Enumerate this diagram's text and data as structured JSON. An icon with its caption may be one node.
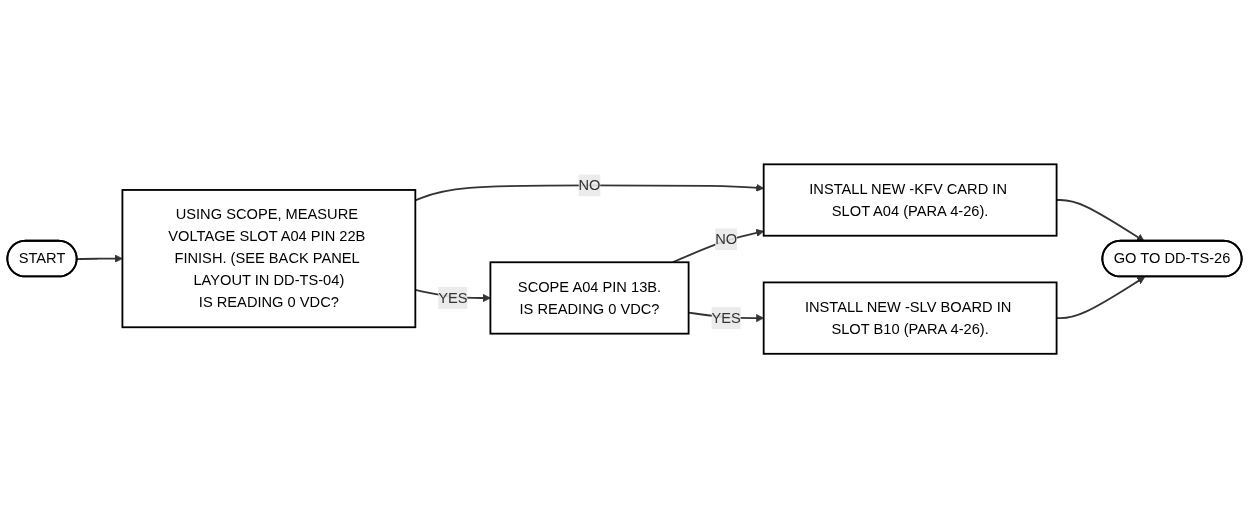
{
  "diagram": {
    "nodes": [
      {
        "text": [
          "START"
        ]
      },
      {
        "text": [
          "USING SCOPE, MEASURE VOLTAGE SLOT A04 PIN 22B FINISH. (SEE BACK PANEL LAYOUT IN DD-TS-04)",
          "IS READING 0 VDC?"
        ]
      },
      {
        "text": [
          "SCOPE A04 PIN 13B.",
          "IS READING 0 VDC?"
        ]
      },
      {
        "text": [
          "INSTALL NEW -KFV CARD IN SLOT A04 (PARA 4-26)."
        ]
      },
      {
        "text": [
          "GO TO DD-TS-26"
        ]
      },
      {
        "text": [
          "INSTALL NEW -SLV BOARD IN SLOT B10 (PARA 4-26)."
        ]
      }
    ],
    "edges": [
      {
        "from": 0,
        "to": 1,
        "arrow": "to"
      },
      {
        "from": 1,
        "to": 3,
        "arrow": "to",
        "label": "NO"
      },
      {
        "from": 1,
        "to": 2,
        "arrow": "to",
        "label": "YES"
      },
      {
        "from": 2,
        "to": 3,
        "arrow": "to",
        "label": "NO"
      },
      {
        "from": 2,
        "to": 5,
        "arrow": "to",
        "label": "YES"
      },
      {
        "from": 3,
        "to": 4,
        "arrow": "to"
      },
      {
        "from": 5,
        "to": 4,
        "arrow": "to"
      }
    ]
  }
}
